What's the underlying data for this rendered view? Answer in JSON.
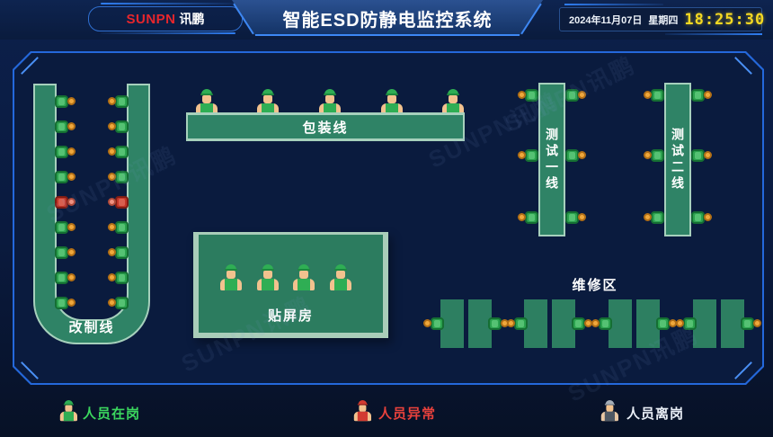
{
  "header": {
    "brand": "SUNPN",
    "brand_cn": "讯鹏",
    "title": "智能ESD防静电监控系统",
    "date": "2024年11月07日",
    "weekday": "星期四",
    "time": "18:25:30"
  },
  "areas": {
    "gaizhi": {
      "label": "改制线",
      "row_statuses": [
        "on",
        "on",
        "on",
        "on",
        "abnormal",
        "on",
        "on",
        "on",
        "on"
      ]
    },
    "baozhuang": {
      "label": "包装线",
      "worker_statuses": [
        "on",
        "on",
        "on",
        "on",
        "on"
      ]
    },
    "ceshi1": {
      "label": "测试一线",
      "row_statuses": [
        "on",
        "on",
        "on"
      ]
    },
    "ceshi2": {
      "label": "测试二线",
      "row_statuses": [
        "on",
        "on",
        "on"
      ]
    },
    "tieping": {
      "label": "贴屏房",
      "worker_statuses": [
        "on",
        "on",
        "on",
        "on"
      ]
    },
    "weixiu": {
      "label": "维修区",
      "groups": [
        {
          "left": "on",
          "right": "on"
        },
        {
          "left": "on",
          "right": "on"
        },
        {
          "left": "on",
          "right": "on"
        },
        {
          "left": "on",
          "right": "on"
        }
      ]
    }
  },
  "legend": [
    {
      "status": "on",
      "label": "人员在岗",
      "color": "#3bd65e"
    },
    {
      "status": "abnormal",
      "label": "人员异常",
      "color": "#e8413c"
    },
    {
      "status": "off",
      "label": "人员离岗",
      "color": "#e9eef6"
    }
  ],
  "status_colors": {
    "on": "#2ba24e",
    "abnormal": "#c23428",
    "off": "#7c8694"
  },
  "accent_colors": {
    "frame_blue": "#2468db",
    "line_green": "#2f8366",
    "edge_green": "#a6d0bc",
    "time_yellow": "#f5d922",
    "brand_red": "#e8262c"
  },
  "watermark": "SUNPN讯鹏"
}
